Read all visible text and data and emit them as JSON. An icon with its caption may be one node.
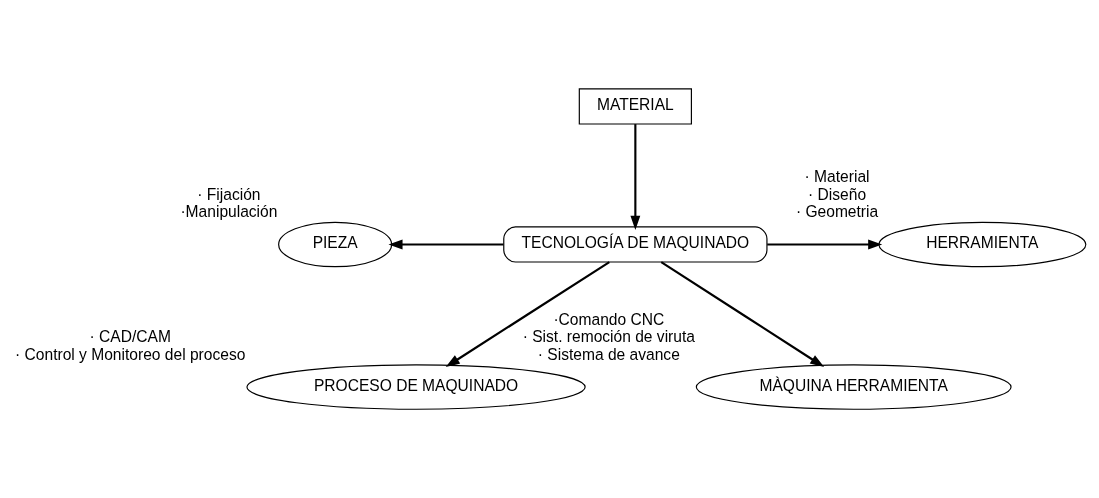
{
  "diagram": {
    "nodes": [
      {
        "text": [
          "MATERIAL"
        ]
      },
      {
        "text": [
          "TECNOLOGÍA DE MAQUINADO"
        ]
      },
      {
        "text": [
          "PIEZA"
        ],
        "beside": [
          "· Fijación",
          "·Manipulación"
        ]
      },
      {
        "text": [
          "HERRAMIENTA"
        ],
        "beside": [
          "· Material",
          "· Diseño",
          "· Geometria"
        ]
      },
      {
        "text": [
          "PROCESO DE MAQUINADO"
        ],
        "beside": [
          "· CAD/CAM",
          "· Control y Monitoreo del proceso"
        ]
      },
      {
        "text": [
          "MÀQUINA HERRAMIENTA"
        ],
        "beside": [
          "·Comando CNC",
          "· Sist. remoción de viruta",
          "· Sistema de avance"
        ]
      }
    ],
    "edges": [
      {
        "from": 0,
        "to": 1,
        "arrow": "to"
      },
      {
        "from": 1,
        "to": 2,
        "arrow": "to"
      },
      {
        "from": 1,
        "to": 3,
        "arrow": "to"
      },
      {
        "from": 1,
        "to": 4,
        "arrow": "to"
      },
      {
        "from": 1,
        "to": 5,
        "arrow": "to"
      }
    ]
  }
}
